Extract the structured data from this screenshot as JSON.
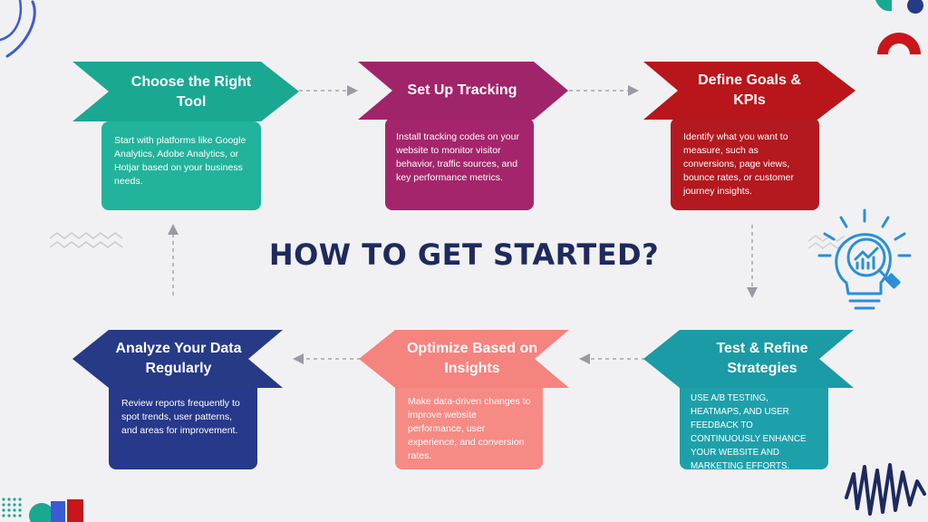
{
  "title": "HOW TO GET STARTED?",
  "steps": [
    {
      "title": "Choose the Right Tool",
      "text": "Start with platforms like Google Analytics, Adobe Analytics, or Hotjar based on your business needs.",
      "color": "#1aa893",
      "card_color": "#22b39c"
    },
    {
      "title": "Set Up Tracking",
      "text": "Install tracking codes on your website to monitor visitor behavior, traffic sources, and key performance metrics.",
      "color": "#a0246a",
      "card_color": "#a4256b"
    },
    {
      "title": "Define Goals & KPIs",
      "text": "Identify what you want to measure, such as conversions, page views, bounce rates, or customer journey insights.",
      "color": "#b8161b",
      "card_color": "#b3191f"
    },
    {
      "title": "Test & Refine Strategies",
      "text": "USE A/B TESTING, HEATMAPS, AND USER FEEDBACK TO CONTINUOUSLY ENHANCE YOUR WEBSITE AND MARKETING EFFORTS.",
      "color": "#1a9ba6",
      "card_color": "#1ea0ab"
    },
    {
      "title": "Optimize Based on Insights",
      "text": "Make data-driven changes to improve website performance, user experience, and conversion rates.",
      "color": "#f5837e",
      "card_color": "#f68a84"
    },
    {
      "title": "Analyze Your Data Regularly",
      "text": "Review reports frequently to spot trends, user patterns, and areas for improvement.",
      "color": "#263a86",
      "card_color": "#27398a"
    }
  ]
}
